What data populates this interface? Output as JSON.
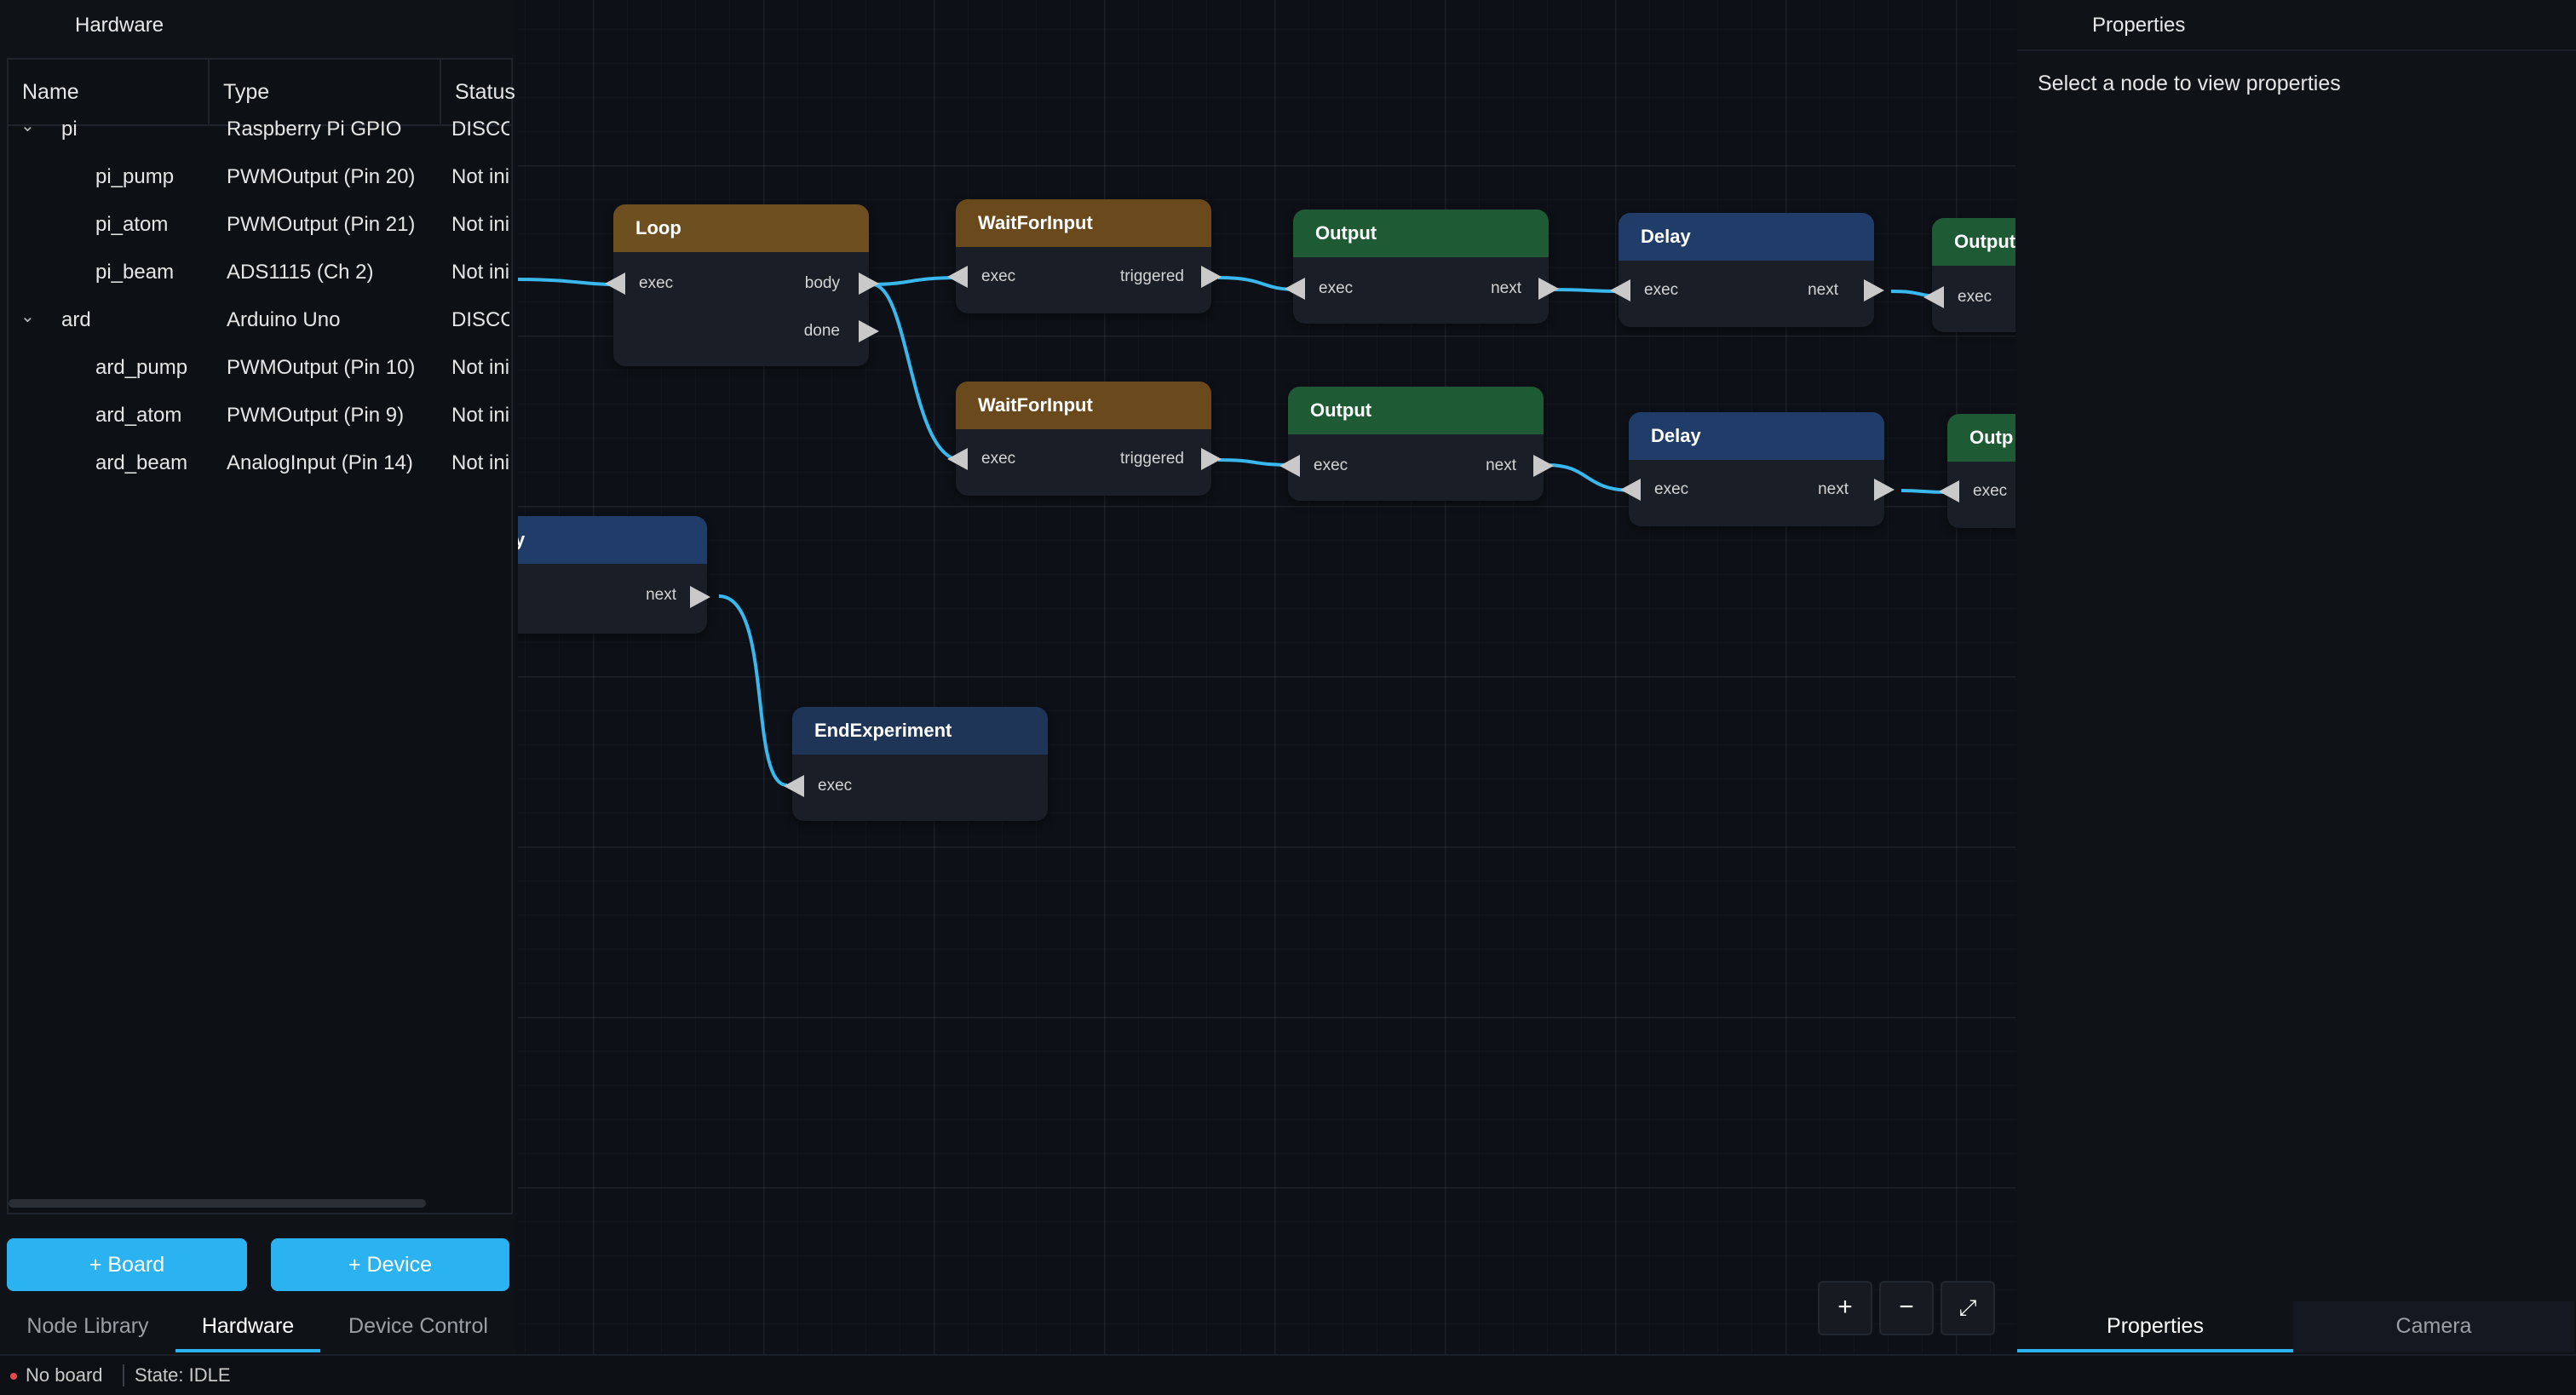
{
  "hardware_panel": {
    "title": "Hardware",
    "columns": [
      "Name",
      "Type",
      "Status"
    ],
    "rows": [
      {
        "name": "pi",
        "type": "Raspberry Pi GPIO",
        "status": "DISCO",
        "expandable": true
      },
      {
        "name": "pi_pump",
        "type": "PWMOutput (Pin 20)",
        "status": "Not ini",
        "expandable": false
      },
      {
        "name": "pi_atom",
        "type": "PWMOutput (Pin 21)",
        "status": "Not ini",
        "expandable": false
      },
      {
        "name": "pi_beam",
        "type": "ADS1115 (Ch 2)",
        "status": "Not ini",
        "expandable": false
      },
      {
        "name": "ard",
        "type": "Arduino Uno",
        "status": "DISCO",
        "expandable": true
      },
      {
        "name": "ard_pump",
        "type": "PWMOutput (Pin 10)",
        "status": "Not ini",
        "expandable": false
      },
      {
        "name": "ard_atom",
        "type": "PWMOutput (Pin 9)",
        "status": "Not ini",
        "expandable": false
      },
      {
        "name": "ard_beam",
        "type": "AnalogInput (Pin 14)",
        "status": "Not ini",
        "expandable": false
      }
    ],
    "add_board_label": "+ Board",
    "add_device_label": "+ Device"
  },
  "bottom_tabs": {
    "items": [
      "Node Library",
      "Hardware",
      "Device Control"
    ],
    "active": "Hardware"
  },
  "status_bar": {
    "board": "No board",
    "state": "State: IDLE"
  },
  "canvas": {
    "nodes": {
      "partial_left": {
        "title": "y",
        "out": "next"
      },
      "loop": {
        "title": "Loop",
        "in": "exec",
        "out1": "body",
        "out2": "done"
      },
      "wait1": {
        "title": "WaitForInput",
        "in": "exec",
        "out": "triggered"
      },
      "output1": {
        "title": "Output",
        "in": "exec",
        "out": "next"
      },
      "delay1": {
        "title": "Delay",
        "in": "exec",
        "out": "next"
      },
      "output_r1": {
        "title": "Output",
        "in": "exec"
      },
      "wait2": {
        "title": "WaitForInput",
        "in": "exec",
        "out": "triggered"
      },
      "output2": {
        "title": "Output",
        "in": "exec",
        "out": "next"
      },
      "delay2": {
        "title": "Delay",
        "in": "exec",
        "out": "next"
      },
      "output_r2": {
        "title": "Outp",
        "in": "exec"
      },
      "end": {
        "title": "EndExperiment",
        "in": "exec"
      }
    },
    "zoom_in": "+",
    "zoom_out": "−",
    "fit": "⤢",
    "colors": {
      "wire": "#3ab8ee",
      "accent": "#2bb2f0"
    }
  },
  "properties_panel": {
    "title": "Properties",
    "placeholder": "Select a node to view properties",
    "tabs": [
      "Properties",
      "Camera"
    ],
    "active": "Properties"
  }
}
